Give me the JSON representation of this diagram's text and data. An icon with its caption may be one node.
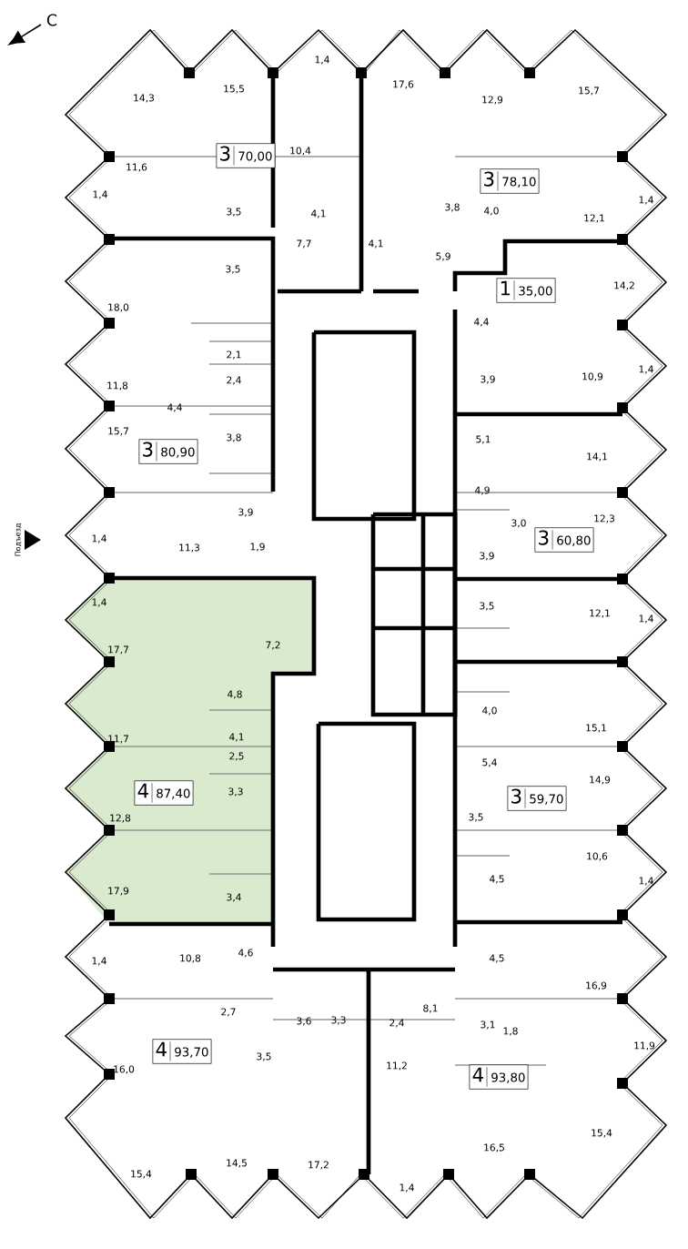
{
  "diagram": {
    "nodes": [
      {
        "text": [
          "3",
          "70,00"
        ]
      },
      {
        "text": [
          "3",
          "78,10"
        ]
      },
      {
        "text": [
          "1",
          "35,00"
        ]
      },
      {
        "text": [
          "3",
          "80,90"
        ]
      },
      {
        "text": [
          "3",
          "60,80"
        ]
      },
      {
        "text": [
          "4",
          "87,40"
        ]
      },
      {
        "text": [
          "3",
          "59,70"
        ]
      },
      {
        "text": [
          "4",
          "93,70"
        ]
      },
      {
        "text": [
          "4",
          "93,80"
        ]
      }
    ],
    "labels": [
      "С",
      "1,4",
      "17,6",
      "15,5",
      "15,7",
      "14,3",
      "12,9",
      "10,4",
      "11,6",
      "1,4",
      "4,0",
      "3,8",
      "3,5",
      "4,1",
      "12,1",
      "1,4",
      "4,1",
      "7,7",
      "5,9",
      "3,5",
      "14,2",
      "18,0",
      "4,4",
      "2,1",
      "1,4",
      "10,9",
      "3,9",
      "2,4",
      "11,8",
      "4,4",
      "15,7",
      "3,8",
      "5,1",
      "14,1",
      "4,9",
      "3,9",
      "12,3",
      "3,0",
      "1,4",
      "Подъезд",
      "1,9",
      "11,3",
      "3,9",
      "1,4",
      "3,5",
      "12,1",
      "1,4",
      "7,2",
      "17,7",
      "4,8",
      "4,0",
      "15,1",
      "4,1",
      "11,7",
      "2,5",
      "5,4",
      "14,9",
      "3,3",
      "3,5",
      "12,8",
      "10,6",
      "4,5",
      "1,4",
      "17,9",
      "3,4",
      "4,6",
      "10,8",
      "4,5",
      "1,4",
      "16,9",
      "8,1",
      "2,7",
      "3,3",
      "3,6",
      "2,4",
      "3,1",
      "1,8",
      "11,9",
      "3,5",
      "11,2",
      "16,0",
      "15,4",
      "16,5",
      "14,5",
      "17,2",
      "15,4",
      "1,4"
    ]
  }
}
